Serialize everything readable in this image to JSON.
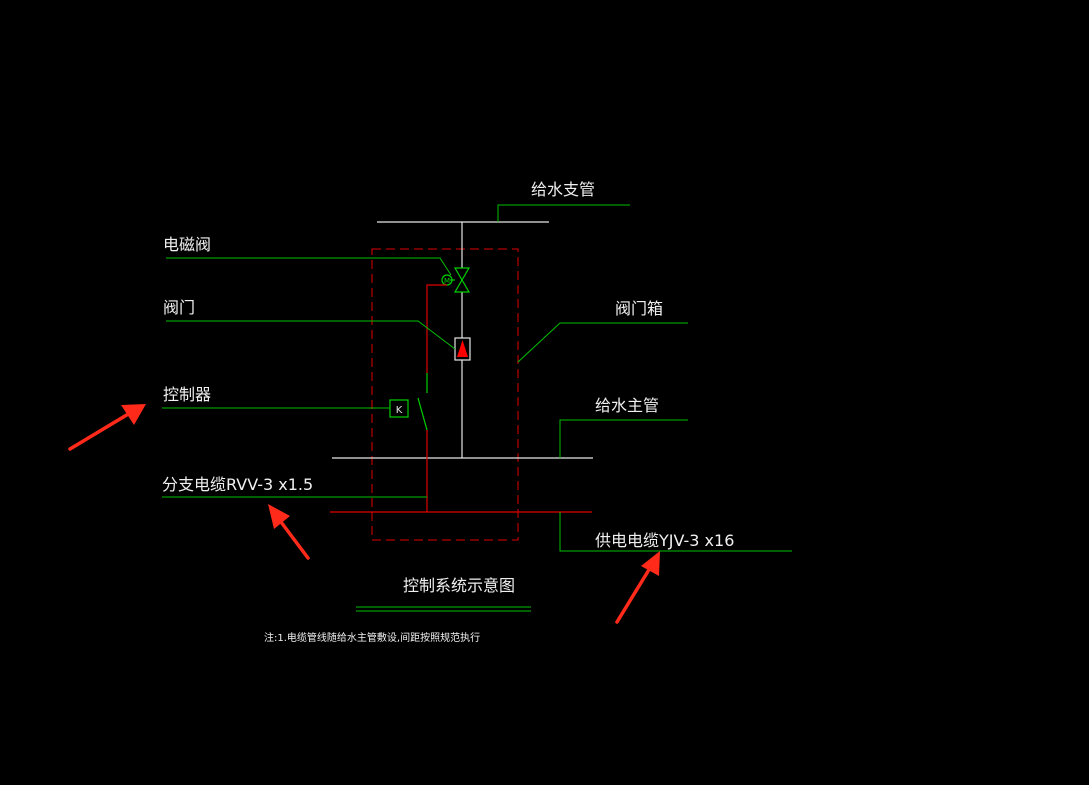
{
  "labels": {
    "branch_pipe": "给水支管",
    "solenoid_valve": "电磁阀",
    "valve": "阀门",
    "valve_box": "阀门箱",
    "controller": "控制器",
    "main_pipe": "给水主管",
    "branch_cable": "分支电缆RVV-3 x1.5",
    "supply_cable": "供电电缆YJV-3 x16",
    "title": "控制系统示意图",
    "note": "注:1.电缆管线随给水主管敷设,间距按照规范执行",
    "controller_symbol": "K",
    "solenoid_symbol": "M"
  },
  "colors": {
    "background": "#000000",
    "leader_line": "#00c000",
    "pipe_line": "#e6e6e6",
    "cable_line": "#e00000",
    "text": "#f0f0f0",
    "arrow": "#ff2a1a"
  }
}
